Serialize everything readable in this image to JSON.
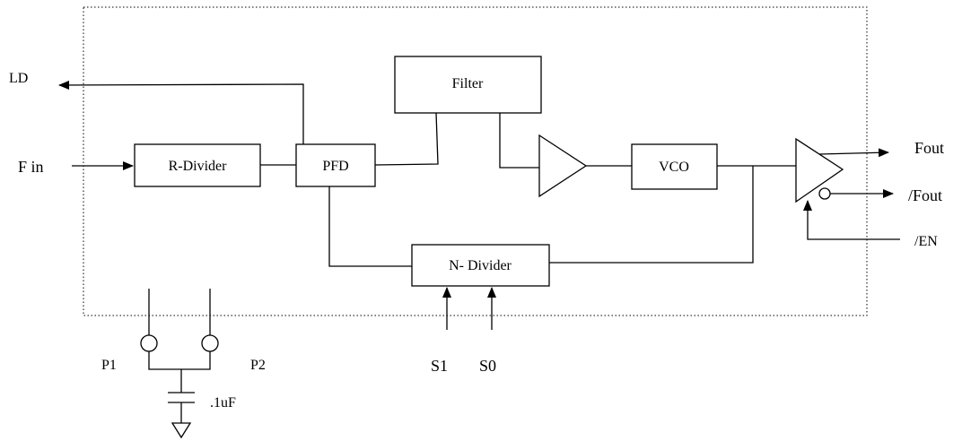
{
  "diagram": {
    "blocks": {
      "filter": "Filter",
      "r_divider": "R-Divider",
      "pfd": "PFD",
      "vco": "VCO",
      "n_divider": "N- Divider"
    },
    "signals": {
      "ld": "LD",
      "f_in": "F in",
      "fout": "Fout",
      "fout_n": "/Fout",
      "en_n": "/EN",
      "s1": "S1",
      "s0": "S0",
      "p1": "P1",
      "p2": "P2",
      "cap": ".1uF"
    }
  }
}
